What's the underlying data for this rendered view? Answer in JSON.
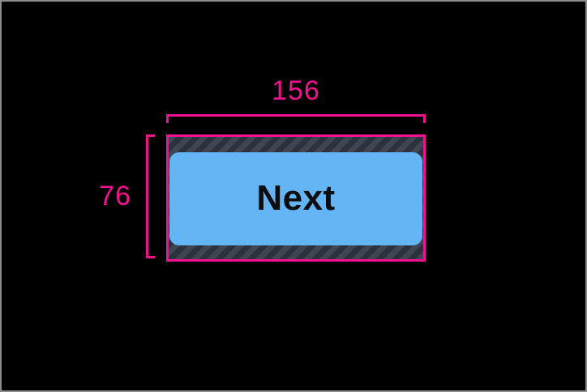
{
  "colors": {
    "background": "#000000",
    "frame-border": "#8b8b8b",
    "annotation-pink": "#f3128f",
    "button-blue": "#64b5f6",
    "button-text": "#0d0d0d",
    "hatch-base": "#3e4553",
    "hatch-stripe": "#2b313d"
  },
  "measurements": {
    "width_label": "156",
    "height_label": "76"
  },
  "button": {
    "label": "Next"
  }
}
